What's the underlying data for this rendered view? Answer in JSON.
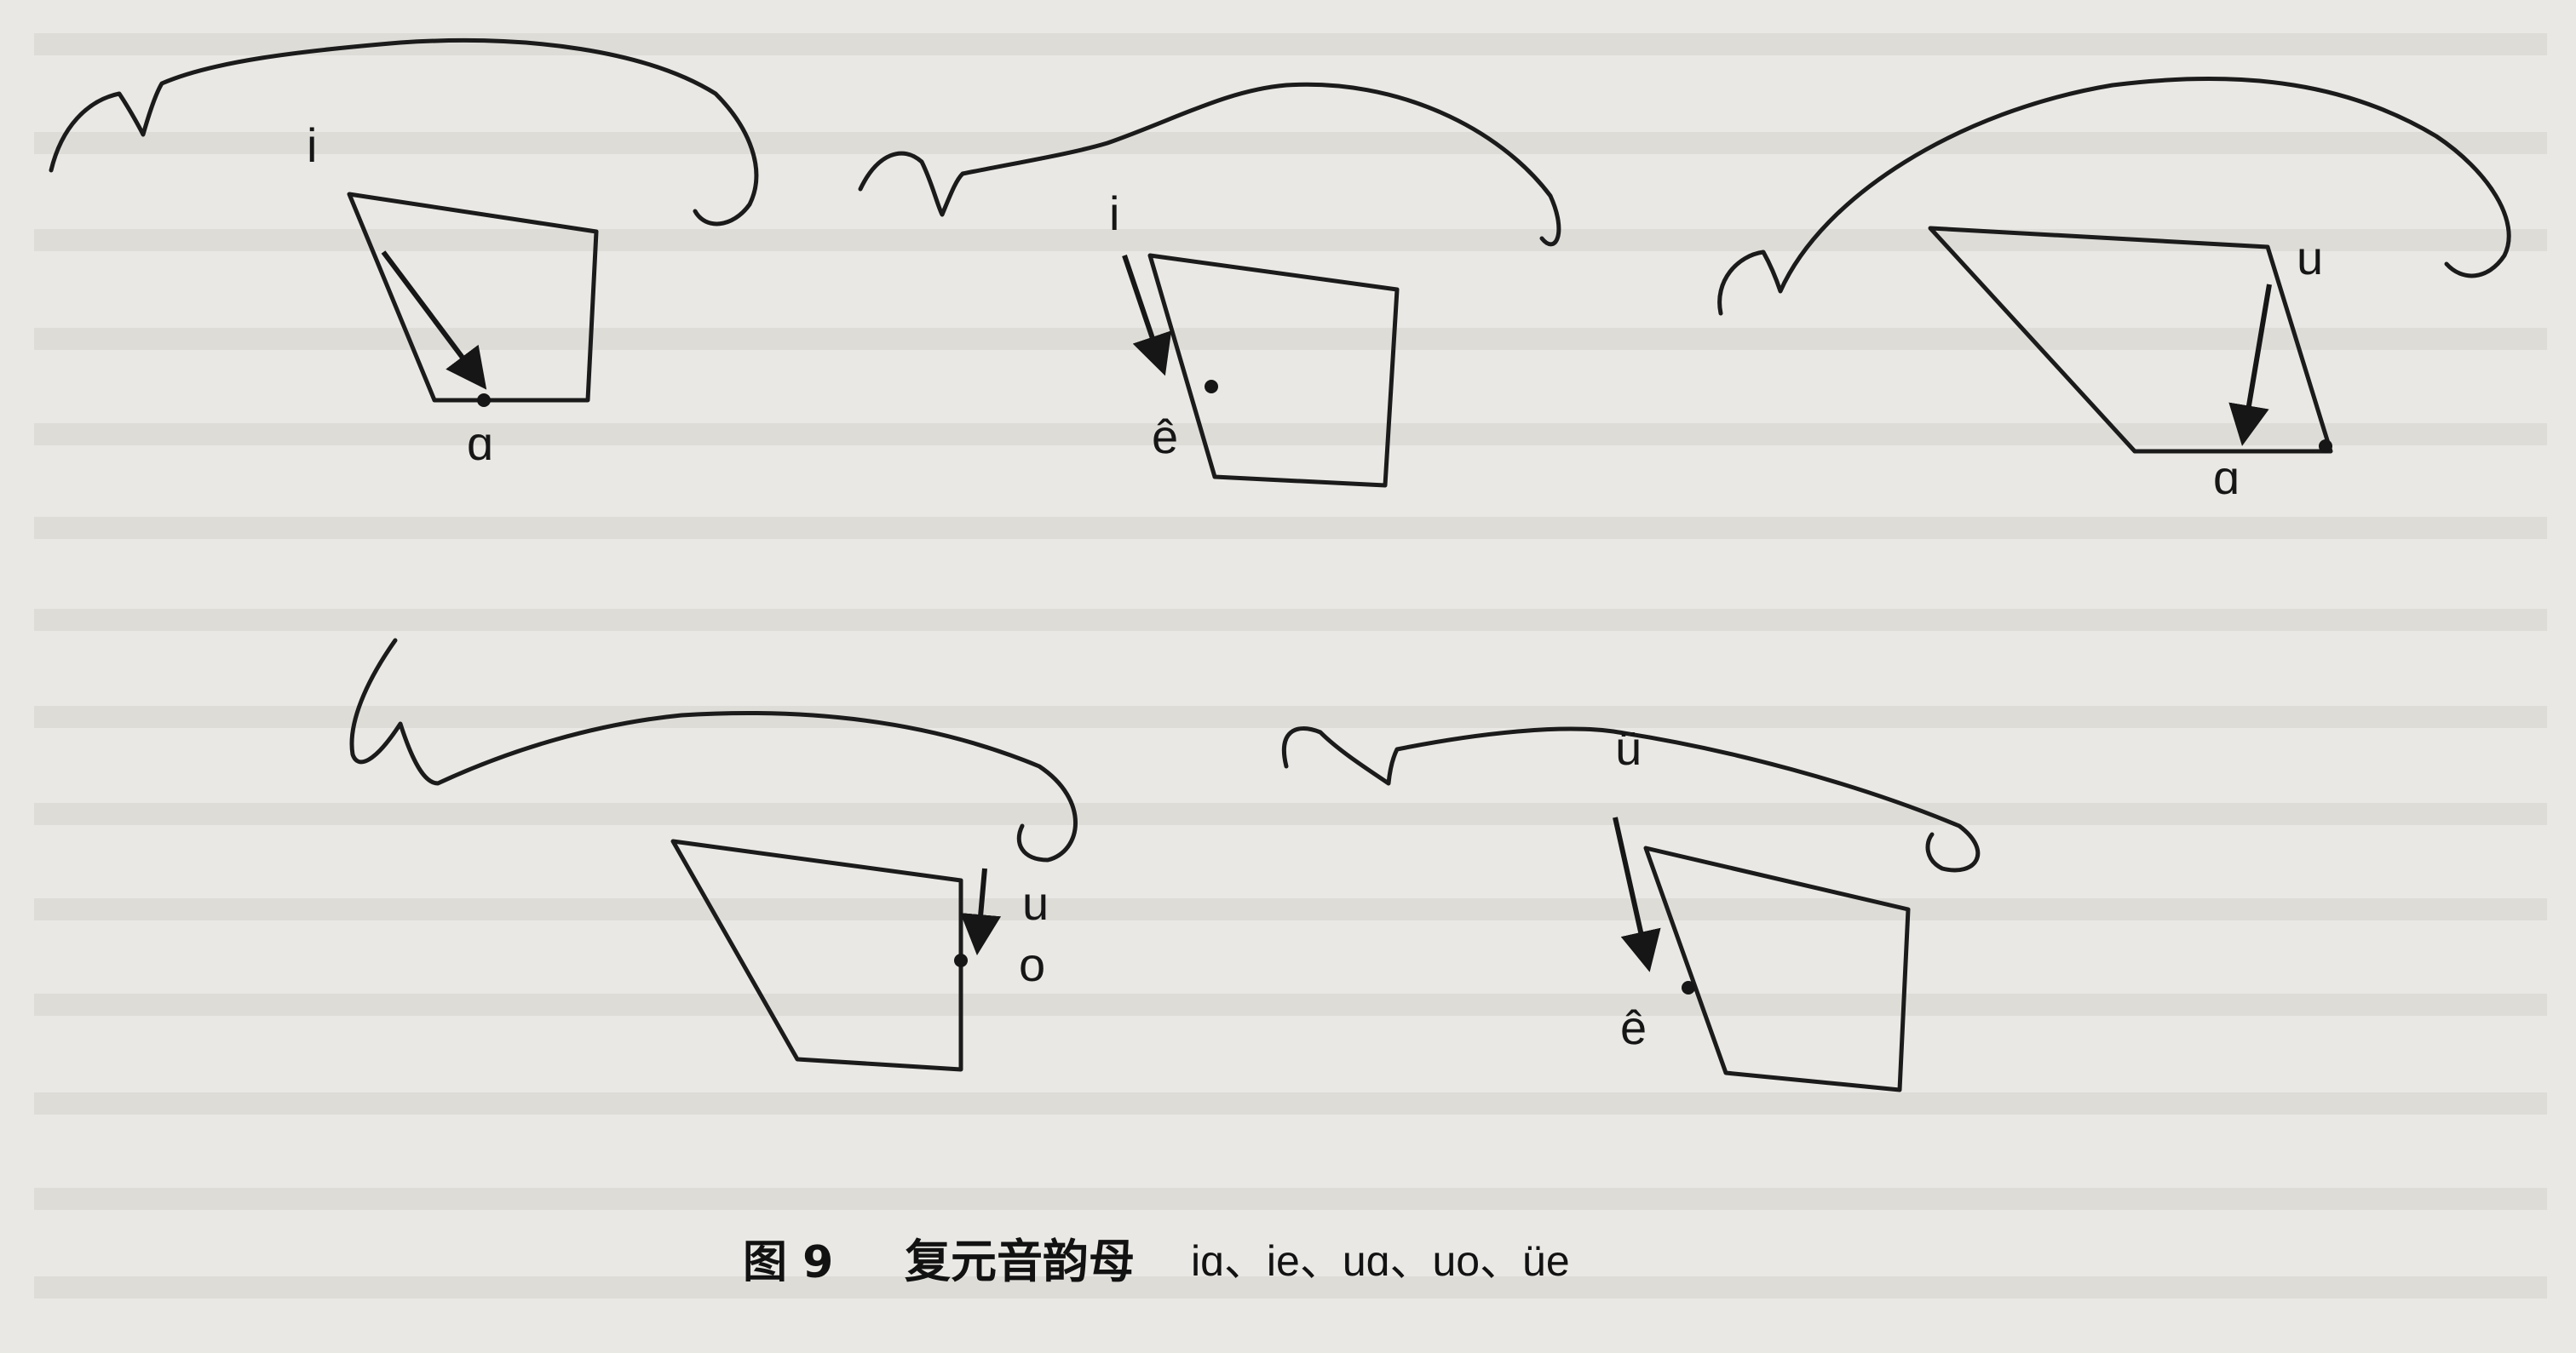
{
  "figure": {
    "caption": {
      "label": "图 9",
      "title": "复元音韵母",
      "items": "iɑ、ie、uɑ、uo、üe"
    },
    "panels": [
      {
        "start": "i",
        "end": "ɑ"
      },
      {
        "start": "i",
        "end": "ê"
      },
      {
        "start": "u",
        "end": "ɑ"
      },
      {
        "start": "u",
        "end": "o"
      },
      {
        "start": "ü",
        "end": "ê"
      }
    ]
  },
  "colors": {
    "paper": "#e9e8e4",
    "ink": "#161616"
  },
  "background_text_colors": "#c9c8c4"
}
